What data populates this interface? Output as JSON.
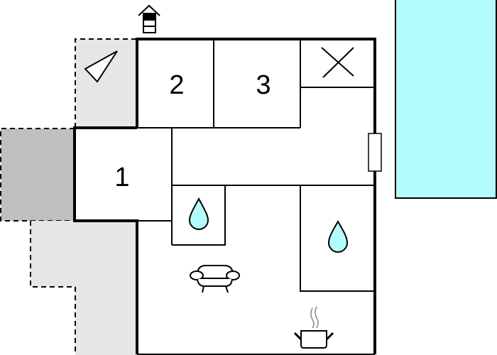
{
  "diagram": {
    "type": "floor-plan",
    "colors": {
      "wall": "#000000",
      "terrace_light": "#e6e6e6",
      "terrace_dark": "#bfbfbf",
      "pool": "#b3fcfc",
      "water_drop": "#b3fcfc",
      "room_fill": "#ffffff"
    },
    "rooms": [
      {
        "id": "room-1",
        "label": "1",
        "kind": "bedroom"
      },
      {
        "id": "room-2",
        "label": "2",
        "kind": "bedroom"
      },
      {
        "id": "room-3",
        "label": "3",
        "kind": "bedroom"
      },
      {
        "id": "room-x",
        "label": "",
        "kind": "storage/closed"
      },
      {
        "id": "hallway",
        "label": "",
        "kind": "hallway"
      },
      {
        "id": "bathroom-1",
        "label": "",
        "kind": "bathroom",
        "icon": "water-drop"
      },
      {
        "id": "bathroom-2",
        "label": "",
        "kind": "bathroom",
        "icon": "water-drop"
      },
      {
        "id": "living-kitchen",
        "label": "",
        "kind": "living/kitchen",
        "icons": [
          "sofa",
          "cooking-pot"
        ]
      }
    ],
    "outdoor": [
      {
        "id": "terrace-top",
        "kind": "terrace",
        "icon": "parasol"
      },
      {
        "id": "terrace-covered",
        "kind": "covered-terrace"
      },
      {
        "id": "terrace-bottom",
        "kind": "terrace"
      },
      {
        "id": "pool",
        "kind": "swimming-pool"
      }
    ],
    "icons": {
      "entrance": "entrance-arrow-icon",
      "window": "window-icon"
    }
  }
}
